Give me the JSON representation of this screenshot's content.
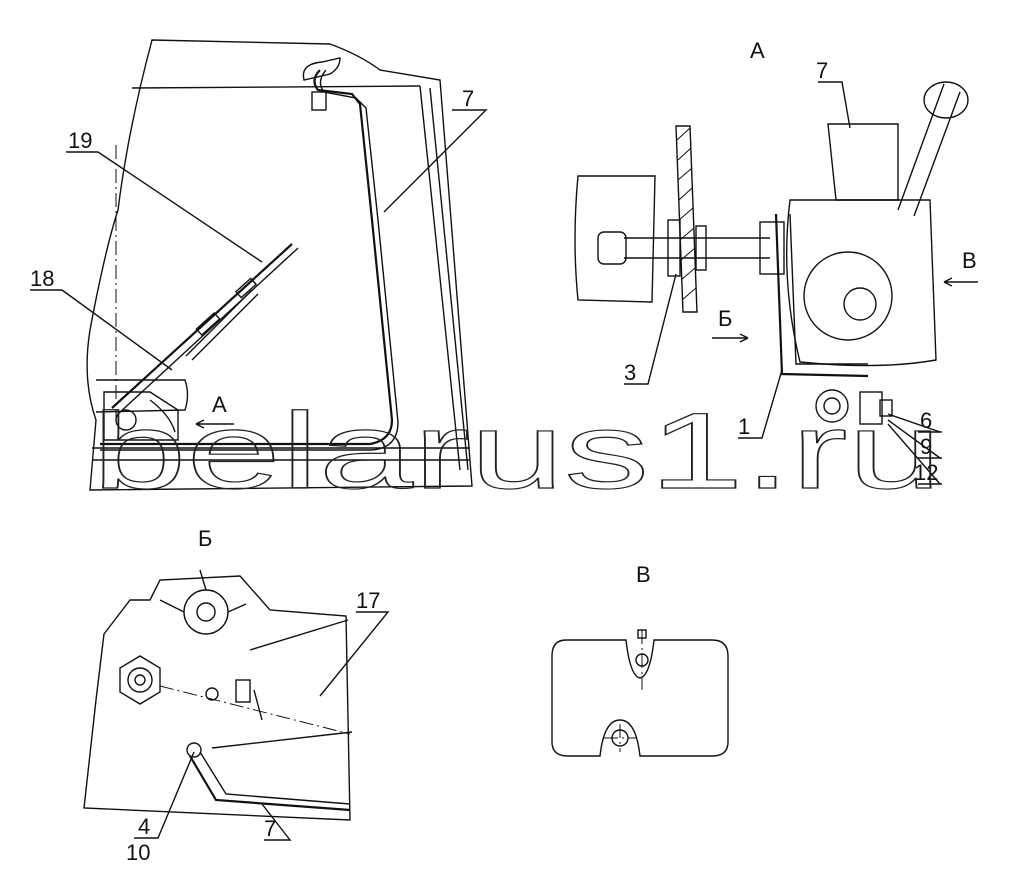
{
  "callouts": {
    "n1": "1",
    "n3": "3",
    "n4": "4",
    "n6": "6",
    "n7_main": "7",
    "n7_a": "7",
    "n7_b": "7",
    "n9": "9",
    "n10": "10",
    "n12": "12",
    "n17": "17",
    "n18": "18",
    "n19": "19"
  },
  "views": {
    "a_title": "А",
    "a_arrow": "А",
    "b_title": "Б",
    "b_arrow": "Б",
    "v_title": "В",
    "v_arrow": "В"
  },
  "watermark": "belarus1.ru",
  "colors": {
    "line": "#111111",
    "background": "#ffffff"
  }
}
